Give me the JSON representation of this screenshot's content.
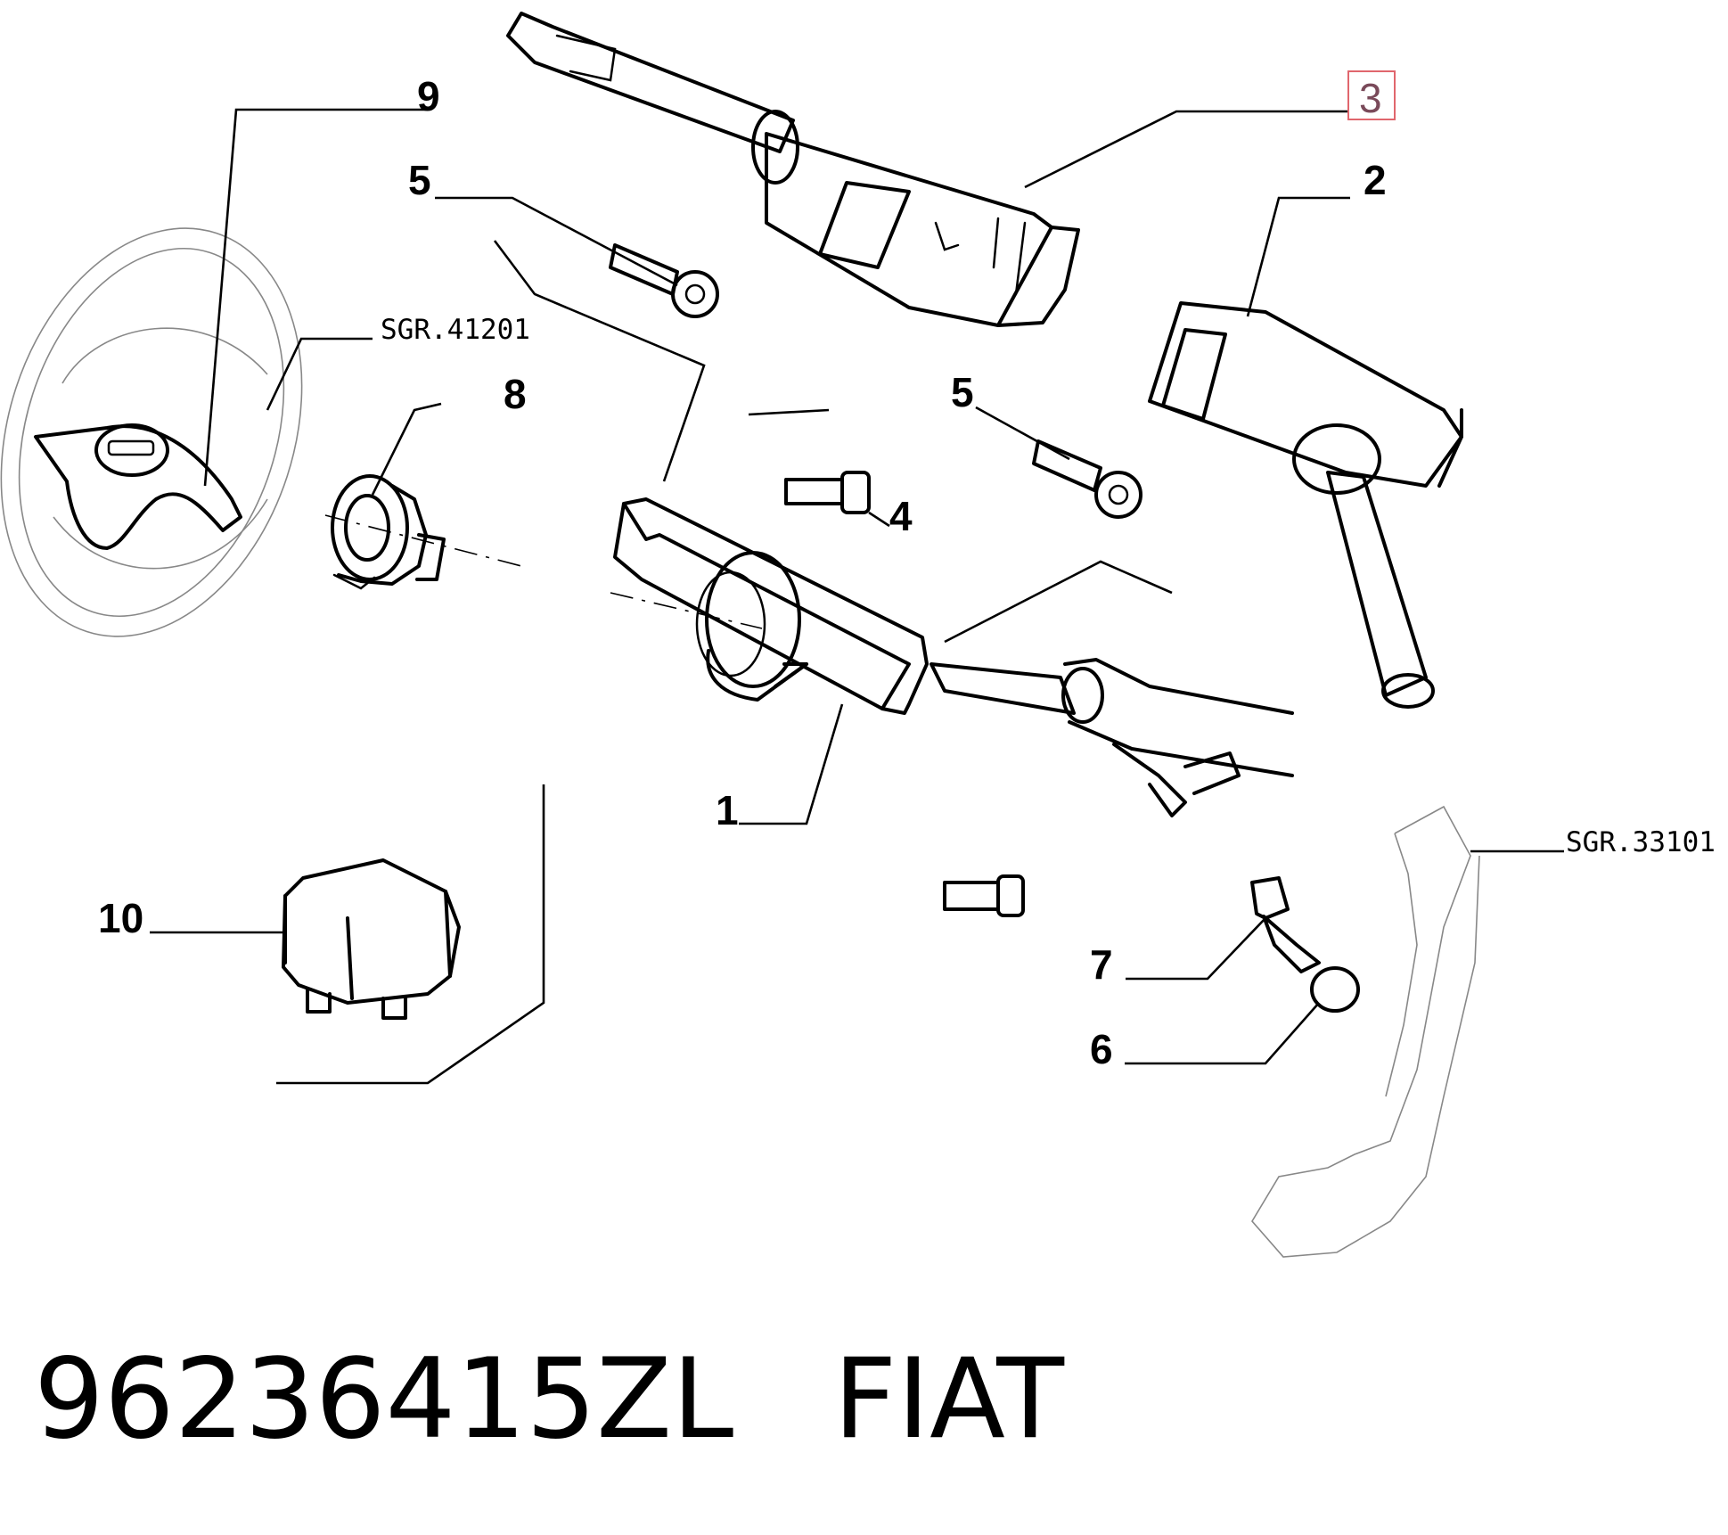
{
  "callouts": {
    "c1": "1",
    "c2": "2",
    "c3": "3",
    "c4": "4",
    "c5a": "5",
    "c5b": "5",
    "c6": "6",
    "c7": "7",
    "c8": "8",
    "c9": "9",
    "c10": "10"
  },
  "references": {
    "steering_group": "SGR.41201",
    "pedal_group": "SGR.33101"
  },
  "selected_callout": "3",
  "colors": {
    "selection_box": "#e0666d",
    "selection_text": "#7a4a5a"
  },
  "footer": {
    "part_number": "96236415ZL",
    "brand": "FIAT"
  }
}
